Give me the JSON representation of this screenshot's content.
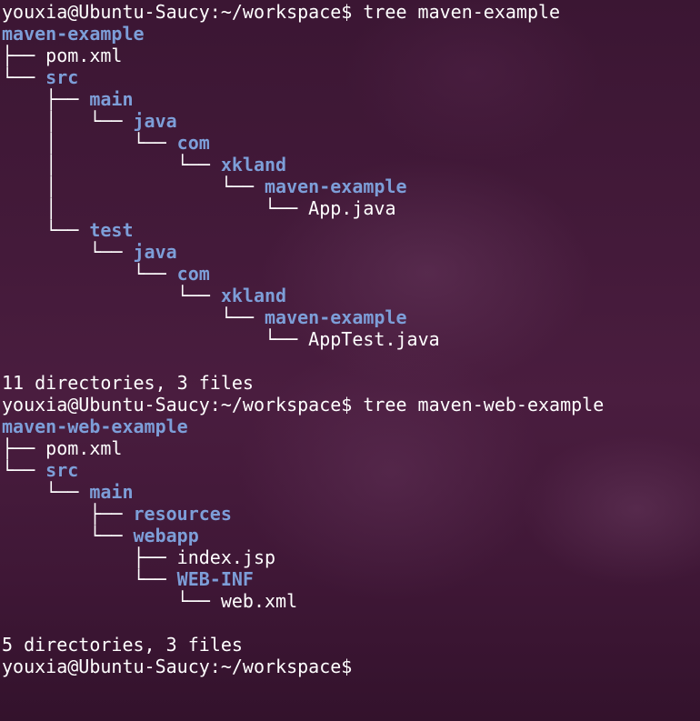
{
  "terminal": {
    "lines": [
      {
        "prompt": "youxia@Ubuntu-Saucy:~/workspace$",
        "command": " tree maven-example"
      },
      {
        "indent": "",
        "name": "maven-example",
        "type": "dir"
      },
      {
        "indent": "├── ",
        "name": "pom.xml",
        "type": "file"
      },
      {
        "indent": "└── ",
        "name": "src",
        "type": "dir"
      },
      {
        "indent": "    ├── ",
        "name": "main",
        "type": "dir"
      },
      {
        "indent": "    │   └── ",
        "name": "java",
        "type": "dir"
      },
      {
        "indent": "    │       └── ",
        "name": "com",
        "type": "dir"
      },
      {
        "indent": "    │           └── ",
        "name": "xkland",
        "type": "dir"
      },
      {
        "indent": "    │               └── ",
        "name": "maven-example",
        "type": "dir"
      },
      {
        "indent": "    │                   └── ",
        "name": "App.java",
        "type": "file"
      },
      {
        "indent": "    └── ",
        "name": "test",
        "type": "dir"
      },
      {
        "indent": "        └── ",
        "name": "java",
        "type": "dir"
      },
      {
        "indent": "            └── ",
        "name": "com",
        "type": "dir"
      },
      {
        "indent": "                └── ",
        "name": "xkland",
        "type": "dir"
      },
      {
        "indent": "                    └── ",
        "name": "maven-example",
        "type": "dir"
      },
      {
        "indent": "                        └── ",
        "name": "AppTest.java",
        "type": "file"
      },
      {
        "text": ""
      },
      {
        "text": "11 directories, 3 files"
      },
      {
        "prompt": "youxia@Ubuntu-Saucy:~/workspace$",
        "command": " tree maven-web-example"
      },
      {
        "indent": "",
        "name": "maven-web-example",
        "type": "dir"
      },
      {
        "indent": "├── ",
        "name": "pom.xml",
        "type": "file"
      },
      {
        "indent": "└── ",
        "name": "src",
        "type": "dir"
      },
      {
        "indent": "    └── ",
        "name": "main",
        "type": "dir"
      },
      {
        "indent": "        ├── ",
        "name": "resources",
        "type": "dir"
      },
      {
        "indent": "        └── ",
        "name": "webapp",
        "type": "dir"
      },
      {
        "indent": "            ├── ",
        "name": "index.jsp",
        "type": "file"
      },
      {
        "indent": "            └── ",
        "name": "WEB-INF",
        "type": "dir"
      },
      {
        "indent": "                └── ",
        "name": "web.xml",
        "type": "file"
      },
      {
        "text": ""
      },
      {
        "text": "5 directories, 3 files"
      },
      {
        "prompt": "youxia@Ubuntu-Saucy:~/workspace$",
        "command": ""
      }
    ]
  },
  "colors": {
    "directory": "#7d9ed8",
    "text": "#ffffff",
    "background": "#441a3a"
  }
}
